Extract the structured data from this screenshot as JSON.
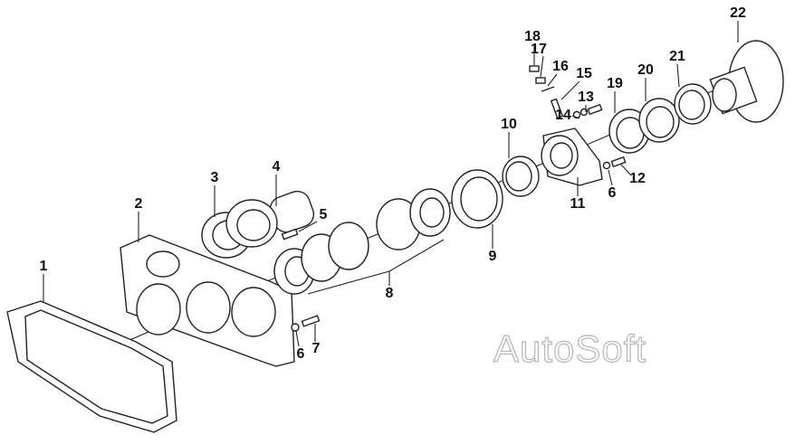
{
  "diagram": {
    "watermark": "AutoSoft",
    "callouts": [
      {
        "id": "c1",
        "label": "1"
      },
      {
        "id": "c2",
        "label": "2"
      },
      {
        "id": "c3",
        "label": "3"
      },
      {
        "id": "c4",
        "label": "4"
      },
      {
        "id": "c5",
        "label": "5"
      },
      {
        "id": "c6a",
        "label": "6"
      },
      {
        "id": "c7",
        "label": "7"
      },
      {
        "id": "c8",
        "label": "8"
      },
      {
        "id": "c9",
        "label": "9"
      },
      {
        "id": "c10",
        "label": "10"
      },
      {
        "id": "c11",
        "label": "11"
      },
      {
        "id": "c12",
        "label": "12"
      },
      {
        "id": "c6b",
        "label": "6"
      },
      {
        "id": "c13",
        "label": "13"
      },
      {
        "id": "c14",
        "label": "14"
      },
      {
        "id": "c15",
        "label": "15"
      },
      {
        "id": "c16",
        "label": "16"
      },
      {
        "id": "c17",
        "label": "17"
      },
      {
        "id": "c18",
        "label": "18"
      },
      {
        "id": "c19",
        "label": "19"
      },
      {
        "id": "c20",
        "label": "20"
      },
      {
        "id": "c21",
        "label": "21"
      },
      {
        "id": "c22",
        "label": "22"
      }
    ]
  }
}
